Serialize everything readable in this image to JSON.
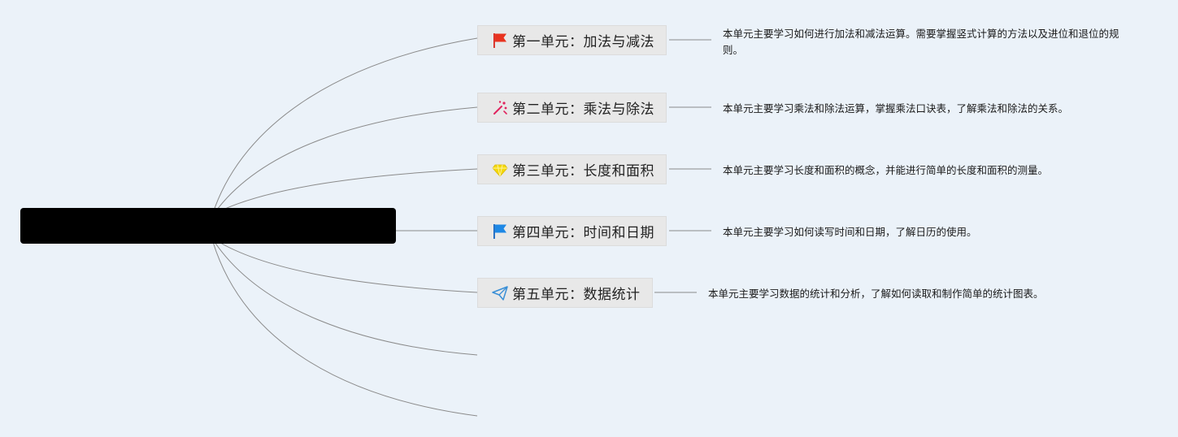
{
  "root": {
    "title": ""
  },
  "colors": {
    "background": "#ebf2f9",
    "root_fill": "#000000",
    "topic_fill": "#e8e8e8",
    "connector": "#8a8a8a"
  },
  "topics": [
    {
      "label": "第一单元：加法与减法",
      "icon": "red-flag-icon",
      "description": "本单元主要学习如何进行加法和减法运算。需要掌握竖式计算的方法以及进位和退位的规则。"
    },
    {
      "label": "第二单元：乘法与除法",
      "icon": "magic-wand-icon",
      "description": "本单元主要学习乘法和除法运算，掌握乘法口诀表，了解乘法和除法的关系。"
    },
    {
      "label": "第三单元：长度和面积",
      "icon": "diamond-icon",
      "description": "本单元主要学习长度和面积的概念，并能进行简单的长度和面积的测量。"
    },
    {
      "label": "第四单元：时间和日期",
      "icon": "blue-flag-icon",
      "description": "本单元主要学习如何读写时间和日期，了解日历的使用。"
    },
    {
      "label": "第五单元：数据统计",
      "icon": "paper-plane-icon",
      "description": "本单元主要学习数据的统计和分析，了解如何读取和制作简单的统计图表。"
    }
  ]
}
